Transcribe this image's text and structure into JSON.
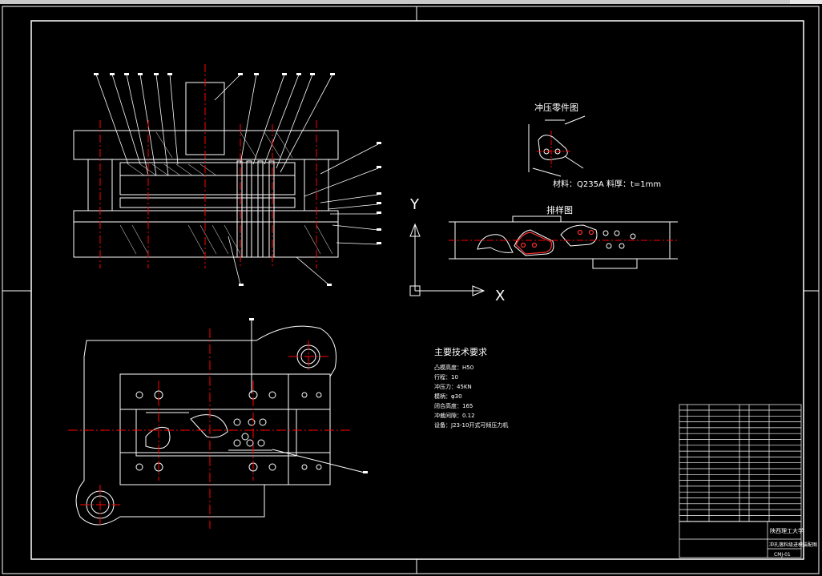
{
  "drawing": {
    "stamping_part_title": "冲压零件图",
    "material_label": "材料：Q235A  料厚：t=1mm",
    "layout_title": "排样图",
    "ucs_x": "X",
    "ucs_y": "Y",
    "tech_title": "主要技术要求",
    "tech_lines": [
      "凸模高度：H50",
      "行程：10",
      "冲压力：45KN",
      "模柄：φ30",
      "闭合高度：165",
      "冲裁间隙：0.12",
      "设备：J23-10开式可倾压力机"
    ]
  },
  "title_block": {
    "school": "陕西理工大学",
    "drawing_name": "冲孔落料级进模装配图",
    "drawing_no": "CMJ-01"
  },
  "colors": {
    "background": "#000000",
    "lines": "#ffffff",
    "centerlines": "#ff0000",
    "highlight": "#ff3030"
  }
}
